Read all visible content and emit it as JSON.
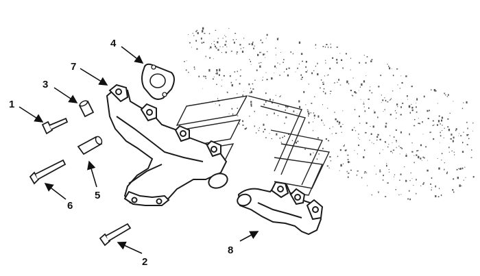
{
  "diagram": {
    "callouts": [
      {
        "id": "1",
        "label": "1",
        "part": "bolt-short"
      },
      {
        "id": "2",
        "label": "2",
        "part": "stud-lower"
      },
      {
        "id": "3",
        "label": "3",
        "part": "sleeve-short"
      },
      {
        "id": "4",
        "label": "4",
        "part": "gasket"
      },
      {
        "id": "5",
        "label": "5",
        "part": "sleeve-long"
      },
      {
        "id": "6",
        "label": "6",
        "part": "stud-long"
      },
      {
        "id": "7",
        "label": "7",
        "part": "exhaust-manifold-front"
      },
      {
        "id": "8",
        "label": "8",
        "part": "exhaust-manifold-rear"
      }
    ],
    "colors": {
      "line": "#1a1a1a",
      "fill": "#ffffff",
      "shade": "#d8d8d8",
      "engine": "#555555"
    }
  }
}
